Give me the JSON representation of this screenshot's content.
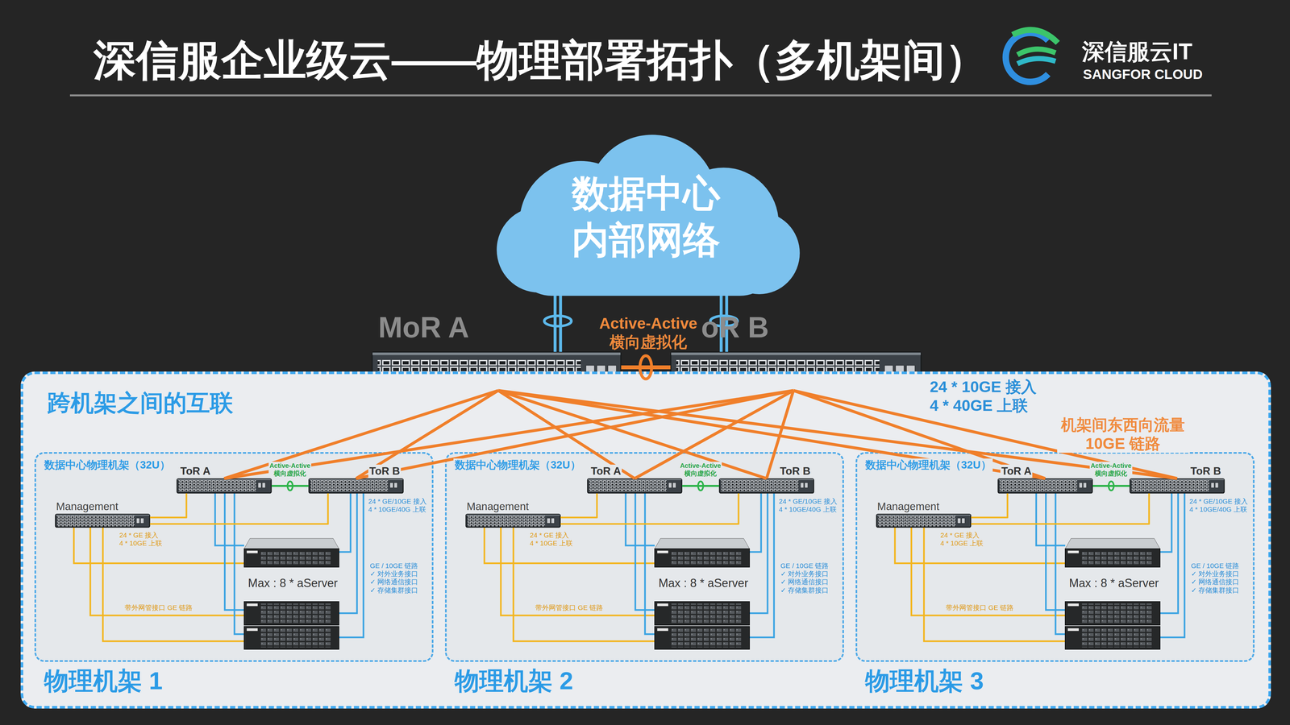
{
  "diagram": {
    "title": "深信服企业级云——物理部署拓扑（多机架间）",
    "nodes": [
      {
        "text": [
          "数据中心 内部网络"
        ]
      },
      {
        "text": [
          "MoR A"
        ]
      },
      {
        "text": [
          "MoR B"
        ]
      },
      {
        "text": [
          "跨机架之间的互联"
        ]
      },
      {
        "text": [
          "数据中心物理机架（32U）",
          "物理机架 1"
        ],
        "in": 3
      },
      {
        "text": [
          "ToR A"
        ],
        "in": 4
      },
      {
        "text": [
          "ToR B"
        ],
        "in": 4
      },
      {
        "text": [
          "Management"
        ],
        "in": 4
      },
      {
        "text": [
          "数据中心物理机架（32U）",
          "物理机架 2"
        ],
        "in": 3
      },
      {
        "text": [
          "ToR A"
        ],
        "in": 8
      },
      {
        "text": [
          "ToR B"
        ],
        "in": 8
      },
      {
        "text": [
          "Management"
        ],
        "in": 8
      },
      {
        "text": [
          "数据中心物理机架（32U）",
          "物理机架 3"
        ],
        "in": 3
      },
      {
        "text": [
          "ToR A"
        ],
        "in": 12
      },
      {
        "text": [
          "ToR B"
        ],
        "in": 12
      },
      {
        "text": [
          "Management"
        ],
        "in": 12
      }
    ],
    "edges": [
      {
        "from": 0,
        "to": 1,
        "arrow": "none"
      },
      {
        "from": 0,
        "to": 2,
        "arrow": "none"
      },
      {
        "from": 1,
        "to": 2,
        "arrow": "none"
      },
      {
        "from": 1,
        "to": 5,
        "arrow": "none"
      },
      {
        "from": 1,
        "to": 6,
        "arrow": "none"
      },
      {
        "from": 1,
        "to": 9,
        "arrow": "none"
      },
      {
        "from": 1,
        "to": 10,
        "arrow": "none"
      },
      {
        "from": 1,
        "to": 13,
        "arrow": "none"
      },
      {
        "from": 1,
        "to": 14,
        "arrow": "none"
      },
      {
        "from": 2,
        "to": 5,
        "arrow": "none"
      },
      {
        "from": 2,
        "to": 6,
        "arrow": "none"
      },
      {
        "from": 2,
        "to": 9,
        "arrow": "none"
      },
      {
        "from": 2,
        "to": 10,
        "arrow": "none"
      },
      {
        "from": 2,
        "to": 13,
        "arrow": "none"
      },
      {
        "from": 2,
        "to": 14,
        "arrow": "none"
      },
      {
        "from": 5,
        "to": 6,
        "arrow": "none"
      },
      {
        "from": 9,
        "to": 10,
        "arrow": "none"
      },
      {
        "from": 13,
        "to": 14,
        "arrow": "none"
      },
      {
        "from": 7,
        "to": 5,
        "arrow": "none"
      },
      {
        "from": 7,
        "to": 6,
        "arrow": "none"
      },
      {
        "from": 11,
        "to": 9,
        "arrow": "none"
      },
      {
        "from": 11,
        "to": 10,
        "arrow": "none"
      },
      {
        "from": 15,
        "to": 13,
        "arrow": "none"
      },
      {
        "from": 15,
        "to": 14,
        "arrow": "none"
      }
    ],
    "labels": [
      "Active-Active 横向虚拟化",
      "24 * 10GE 接入 4 * 40GE 上联",
      "机架间东西向流量 10GE 链路",
      "深信服云IT",
      "SANGFOR CLOUD",
      "Active-Active 横向虚拟化",
      "24 * GE/10GE 接入 4 * 10GE/40G 上联",
      "24 * GE 接入 4 * 10GE 上联",
      "Max : 8 * aServer",
      "GE / 10GE 链路 ✓ 对外业务接口 ✓ 网络通信接口 ✓ 存储集群接口",
      "带外网管接口 GE 链路",
      "Active-Active 横向虚拟化",
      "24 * GE/10GE 接入 4 * 10GE/40G 上联",
      "24 * GE 接入 4 * 10GE 上联",
      "Max : 8 * aServer",
      "GE / 10GE 链路 ✓ 对外业务接口 ✓ 网络通信接口 ✓ 存储集群接口",
      "带外网管接口 GE 链路",
      "Active-Active 横向虚拟化",
      "24 * GE/10GE 接入 4 * 10GE/40G 上联",
      "24 * GE 接入 4 * 10GE 上联",
      "Max : 8 * aServer",
      "GE / 10GE 链路 ✓ 对外业务接口 ✓ 网络通信接口 ✓ 存储集群接口",
      "带外网管接口 GE 链路"
    ]
  }
}
